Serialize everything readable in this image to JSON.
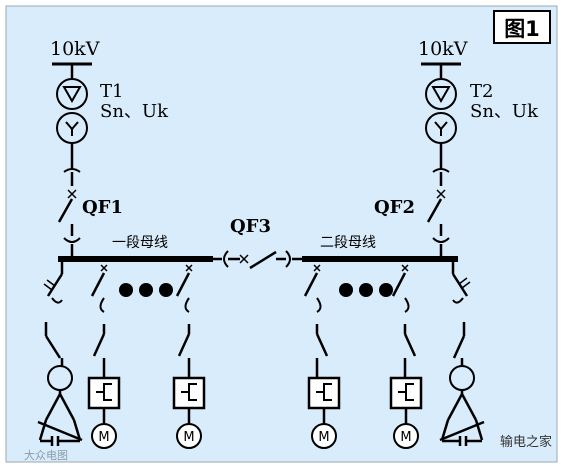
{
  "figure_label": "图1",
  "left_source": {
    "voltage": "10kV",
    "transformer_name": "T1",
    "transformer_params": "Sn、Uk",
    "breaker": "QF1"
  },
  "right_source": {
    "voltage": "10kV",
    "transformer_name": "T2",
    "transformer_params": "Sn、Uk",
    "breaker": "QF2"
  },
  "bus_tie_breaker": "QF3",
  "busbars": {
    "left": "一段母线",
    "right": "二段母线"
  },
  "motor_symbol": "M",
  "watermarks": {
    "left": "大众电图",
    "right": "输电之家"
  },
  "colors": {
    "background": "#d9ecfb",
    "line": "#000000",
    "frame": "#ffffff"
  }
}
